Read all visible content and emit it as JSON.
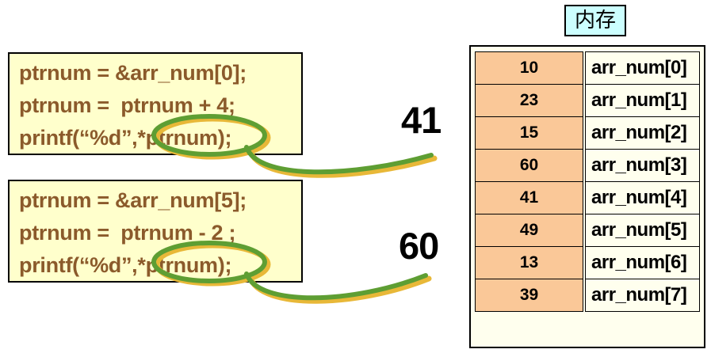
{
  "code_blocks": [
    {
      "id": "block-1",
      "lines": [
        "ptrnum = &arr_num[0];",
        "ptrnum =  ptrnum + 4;",
        "printf(“%d”,*ptrnum);"
      ],
      "highlighted_expression": "*ptrnum",
      "result": "41"
    },
    {
      "id": "block-2",
      "lines": [
        "ptrnum = &arr_num[5];",
        "ptrnum =  ptrnum - 2 ;",
        "printf(“%d”,*ptrnum);"
      ],
      "highlighted_expression": "*ptrnum",
      "result": "60"
    }
  ],
  "memory": {
    "header_label": "内存",
    "rows": [
      {
        "value": "10",
        "label": "arr_num[0]"
      },
      {
        "value": "23",
        "label": "arr_num[1]"
      },
      {
        "value": "15",
        "label": "arr_num[2]"
      },
      {
        "value": "60",
        "label": "arr_num[3]"
      },
      {
        "value": "41",
        "label": "arr_num[4]"
      },
      {
        "value": "49",
        "label": "arr_num[5]"
      },
      {
        "value": "13",
        "label": "arr_num[6]"
      },
      {
        "value": "39",
        "label": "arr_num[7]"
      }
    ]
  },
  "colors": {
    "code_text": "#8B5A2B",
    "code_background": "#FFFFCC",
    "memory_value_cell": "#FAC898",
    "memory_label_cell": "#FFFFEE",
    "memory_header_background": "#CCFFFF",
    "highlight_green": "#5E9E33",
    "highlight_gold": "#E8B838",
    "result_text": "#000000"
  }
}
